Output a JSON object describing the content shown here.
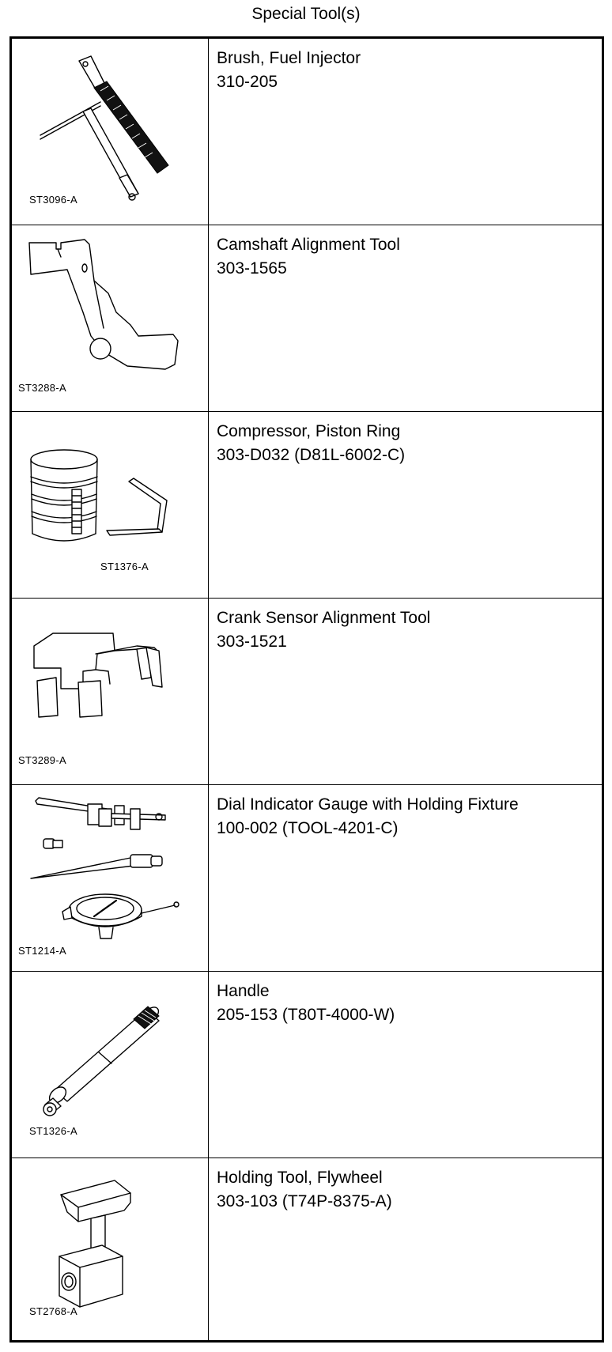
{
  "page_title": "Special Tool(s)",
  "tools": [
    {
      "name": "Brush, Fuel Injector",
      "number": "310-205",
      "illustration_code": "ST3096-A",
      "icon": "fuel-injector-brush-icon"
    },
    {
      "name": "Camshaft Alignment Tool",
      "number": "303-1565",
      "illustration_code": "ST3288-A",
      "icon": "camshaft-alignment-tool-icon"
    },
    {
      "name": "Compressor, Piston Ring",
      "number": "303-D032 (D81L-6002-C)",
      "illustration_code": "ST1376-A",
      "icon": "piston-ring-compressor-icon"
    },
    {
      "name": "Crank Sensor Alignment Tool",
      "number": "303-1521",
      "illustration_code": "ST3289-A",
      "icon": "crank-sensor-alignment-tool-icon"
    },
    {
      "name": "Dial Indicator Gauge with Holding Fixture",
      "number": "100-002 (TOOL-4201-C)",
      "illustration_code": "ST1214-A",
      "icon": "dial-indicator-gauge-icon"
    },
    {
      "name": "Handle",
      "number": "205-153 (T80T-4000-W)",
      "illustration_code": "ST1326-A",
      "icon": "handle-icon"
    },
    {
      "name": "Holding Tool, Flywheel",
      "number": "303-103 (T74P-8375-A)",
      "illustration_code": "ST2768-A",
      "icon": "flywheel-holding-tool-icon"
    }
  ]
}
